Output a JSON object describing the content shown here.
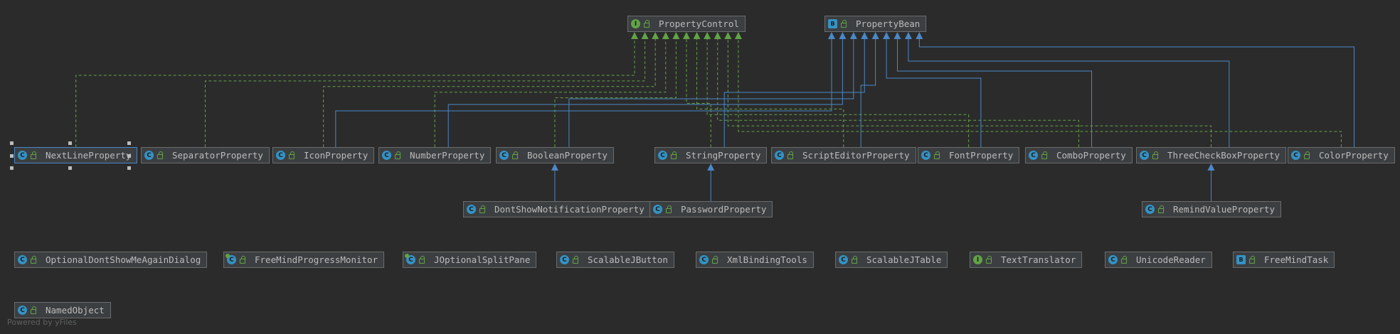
{
  "diagram": {
    "nodes": [
      {
        "id": "PropertyControl",
        "label": "PropertyControl",
        "kind": "interface",
        "badge": "I"
      },
      {
        "id": "PropertyBean",
        "label": "PropertyBean",
        "kind": "bean",
        "badge": "B"
      },
      {
        "id": "NextLineProperty",
        "label": "NextLineProperty",
        "kind": "class",
        "badge": "C",
        "selected": true
      },
      {
        "id": "SeparatorProperty",
        "label": "SeparatorProperty",
        "kind": "class",
        "badge": "C"
      },
      {
        "id": "IconProperty",
        "label": "IconProperty",
        "kind": "class",
        "badge": "C"
      },
      {
        "id": "NumberProperty",
        "label": "NumberProperty",
        "kind": "class",
        "badge": "C"
      },
      {
        "id": "BooleanProperty",
        "label": "BooleanProperty",
        "kind": "class",
        "badge": "C"
      },
      {
        "id": "StringProperty",
        "label": "StringProperty",
        "kind": "class",
        "badge": "C"
      },
      {
        "id": "ScriptEditorProperty",
        "label": "ScriptEditorProperty",
        "kind": "class",
        "badge": "C"
      },
      {
        "id": "FontProperty",
        "label": "FontProperty",
        "kind": "class",
        "badge": "C"
      },
      {
        "id": "ComboProperty",
        "label": "ComboProperty",
        "kind": "class",
        "badge": "C"
      },
      {
        "id": "ThreeCheckBoxProperty",
        "label": "ThreeCheckBoxProperty",
        "kind": "class",
        "badge": "C"
      },
      {
        "id": "ColorProperty",
        "label": "ColorProperty",
        "kind": "class",
        "badge": "C"
      },
      {
        "id": "DontShowNotificationProperty",
        "label": "DontShowNotificationProperty",
        "kind": "class",
        "badge": "C"
      },
      {
        "id": "PasswordProperty",
        "label": "PasswordProperty",
        "kind": "class",
        "badge": "C"
      },
      {
        "id": "RemindValueProperty",
        "label": "RemindValueProperty",
        "kind": "class",
        "badge": "C"
      },
      {
        "id": "OptionalDontShowMeAgainDialog",
        "label": "OptionalDontShowMeAgainDialog",
        "kind": "class",
        "badge": "C"
      },
      {
        "id": "FreeMindProgressMonitor",
        "label": "FreeMindProgressMonitor",
        "kind": "abstract",
        "badge": "C"
      },
      {
        "id": "JOptionalSplitPane",
        "label": "JOptionalSplitPane",
        "kind": "abstract",
        "badge": "C"
      },
      {
        "id": "ScalableJButton",
        "label": "ScalableJButton",
        "kind": "class",
        "badge": "C"
      },
      {
        "id": "XmlBindingTools",
        "label": "XmlBindingTools",
        "kind": "class",
        "badge": "C"
      },
      {
        "id": "ScalableJTable",
        "label": "ScalableJTable",
        "kind": "class",
        "badge": "C"
      },
      {
        "id": "TextTranslator",
        "label": "TextTranslator",
        "kind": "interface",
        "badge": "I"
      },
      {
        "id": "UnicodeReader",
        "label": "UnicodeReader",
        "kind": "class",
        "badge": "C"
      },
      {
        "id": "FreeMindTask",
        "label": "FreeMindTask",
        "kind": "bean",
        "badge": "B"
      },
      {
        "id": "NamedObject",
        "label": "NamedObject",
        "kind": "class",
        "badge": "C"
      }
    ],
    "implements_edges": [
      {
        "from": "NextLineProperty",
        "to": "PropertyControl"
      },
      {
        "from": "SeparatorProperty",
        "to": "PropertyControl"
      },
      {
        "from": "IconProperty",
        "to": "PropertyControl"
      },
      {
        "from": "NumberProperty",
        "to": "PropertyControl"
      },
      {
        "from": "BooleanProperty",
        "to": "PropertyControl"
      },
      {
        "from": "StringProperty",
        "to": "PropertyControl"
      },
      {
        "from": "ScriptEditorProperty",
        "to": "PropertyControl"
      },
      {
        "from": "FontProperty",
        "to": "PropertyControl"
      },
      {
        "from": "ComboProperty",
        "to": "PropertyControl"
      },
      {
        "from": "ThreeCheckBoxProperty",
        "to": "PropertyControl"
      },
      {
        "from": "ColorProperty",
        "to": "PropertyControl"
      }
    ],
    "extends_edges": [
      {
        "from": "IconProperty",
        "to": "PropertyBean"
      },
      {
        "from": "NumberProperty",
        "to": "PropertyBean"
      },
      {
        "from": "BooleanProperty",
        "to": "PropertyBean"
      },
      {
        "from": "StringProperty",
        "to": "PropertyBean"
      },
      {
        "from": "ScriptEditorProperty",
        "to": "PropertyBean"
      },
      {
        "from": "FontProperty",
        "to": "PropertyBean"
      },
      {
        "from": "ComboProperty",
        "to": "PropertyBean"
      },
      {
        "from": "ThreeCheckBoxProperty",
        "to": "PropertyBean"
      },
      {
        "from": "ColorProperty",
        "to": "PropertyBean"
      },
      {
        "from": "DontShowNotificationProperty",
        "to": "BooleanProperty"
      },
      {
        "from": "PasswordProperty",
        "to": "StringProperty"
      },
      {
        "from": "RemindValueProperty",
        "to": "ThreeCheckBoxProperty"
      }
    ],
    "colors": {
      "background": "#2b2b2b",
      "node_fill": "#3c3f41",
      "node_border": "#6b6b6b",
      "text": "#bbbbbb",
      "implements_line": "#62a346",
      "extends_line": "#4a88c7"
    }
  },
  "footer": {
    "text": "Powered by yFiles"
  }
}
